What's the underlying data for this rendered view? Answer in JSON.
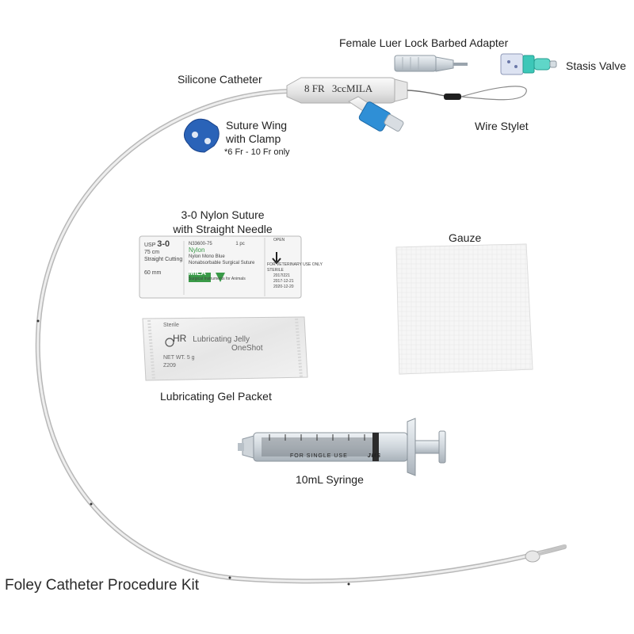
{
  "title": "Foley Catheter Procedure Kit",
  "labels": {
    "adapter": "Female Luer Lock Barbed Adapter",
    "stasis_valve": "Stasis Valve",
    "silicone_catheter": "Silicone Catheter",
    "wire_stylet": "Wire Stylet",
    "suture_wing_line1": "Suture Wing",
    "suture_wing_line2": "with Clamp",
    "suture_wing_note": "*6 Fr - 10 Fr only",
    "suture_line1": "3-0 Nylon Suture",
    "suture_line2": "with Straight Needle",
    "gauze": "Gauze",
    "lube": "Lubricating Gel Packet",
    "syringe": "10mL Syringe"
  },
  "catheter_print": {
    "size": "8",
    "fr": "FR",
    "volume": "3cc",
    "brand": "MILA"
  },
  "suture_pack": {
    "usp": "USP",
    "gauge": "3-0",
    "length": "75 cm",
    "needle_type": "Straight Cutting",
    "needle_len": "60 mm",
    "code": "N33600-75",
    "qty": "1 pc",
    "material": "Nylon",
    "material_desc": "Nylon Mono Blue",
    "suture_desc": "Nonabsorbable Surgical Suture",
    "brand": "MILA",
    "brand_sub": "Surgical Instruments for Animals",
    "open": "OPEN",
    "vet_use": "FOR VETERINARY USE ONLY",
    "sterile": "STERILE",
    "lot": "2017I221",
    "mfg": "2017-12-21",
    "exp": "2020-12-20"
  },
  "lube_pack": {
    "sterile": "Sterile",
    "brand": "HR",
    "product_line1": "Lubricating Jelly",
    "product_line2": "OneShot",
    "net": "NET WT. 5 g",
    "code": "Z209"
  },
  "syringe_print": {
    "text": "FOR SINGLE USE",
    "brand": "JMS"
  },
  "colors": {
    "luer_blue": "#2f8fd6",
    "wing_blue": "#2a63b8",
    "valve_teal": "#3cc7b8",
    "suture_green": "#3a9a48"
  }
}
